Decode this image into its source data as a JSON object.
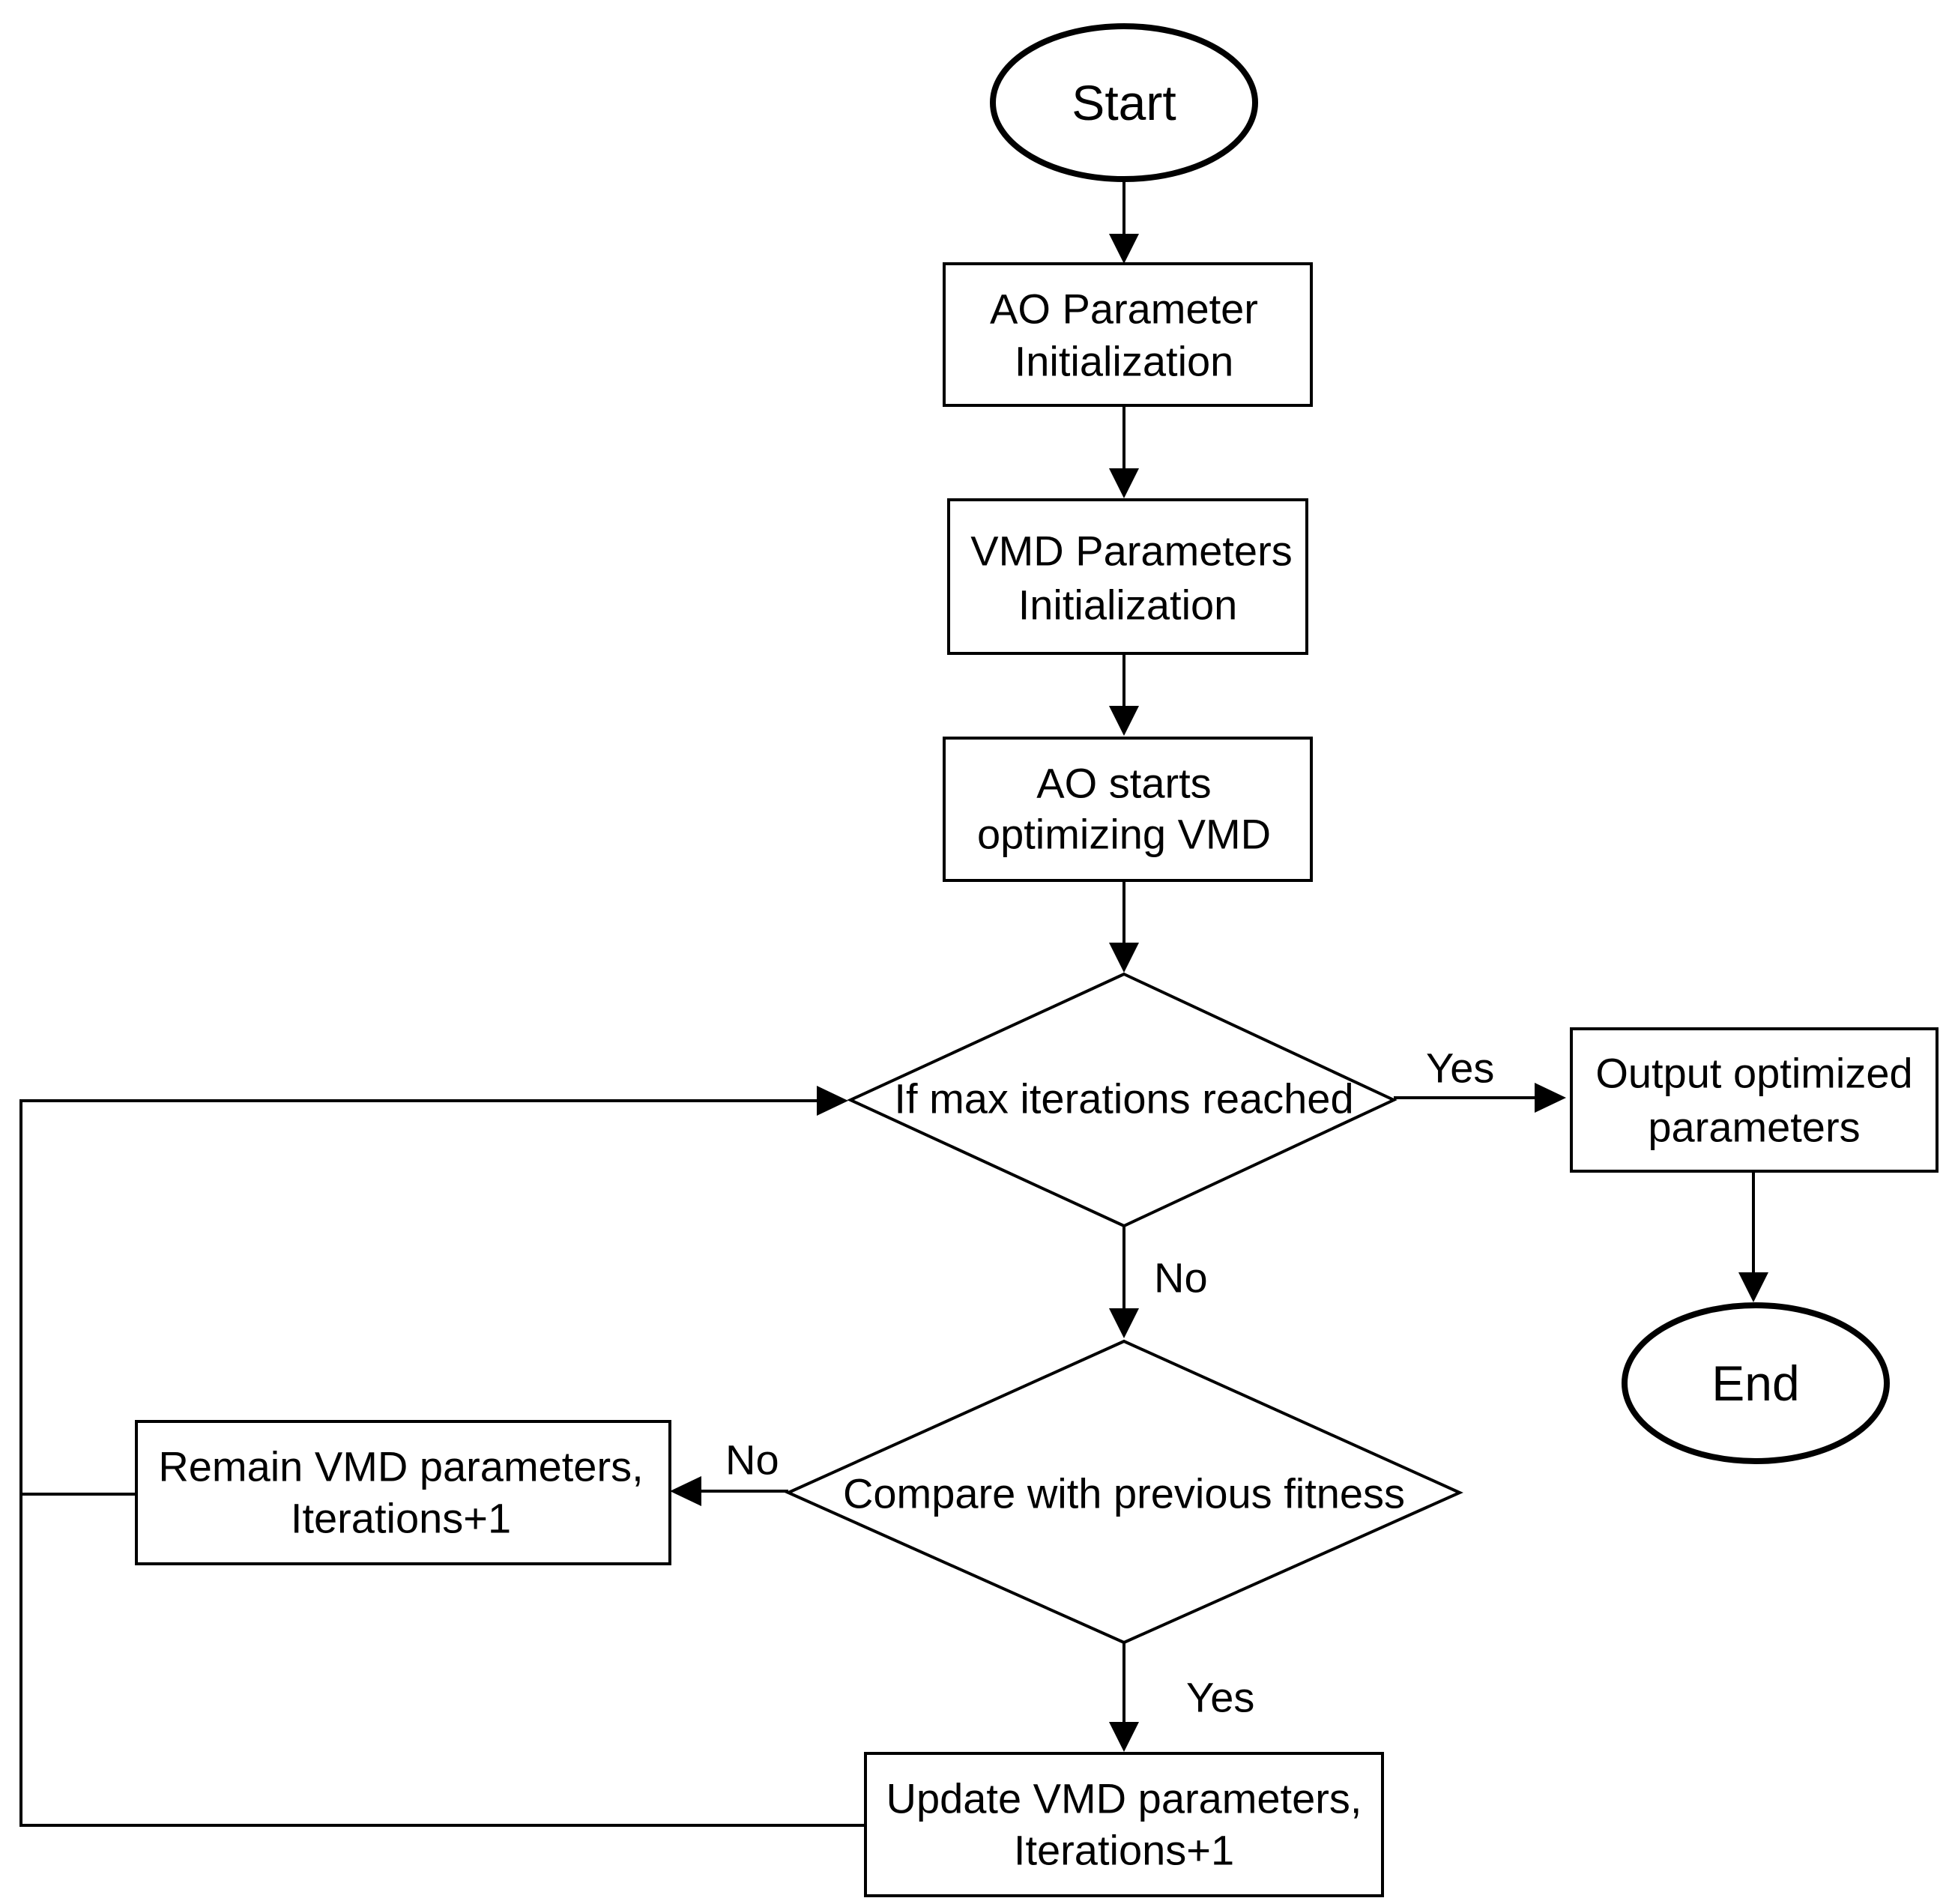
{
  "nodes": {
    "start": "Start",
    "ao_init_line1": "AO Parameter",
    "ao_init_line2": "Initialization",
    "vmd_init_line1": "VMD Parameters",
    "vmd_init_line2": "Initialization",
    "ao_opt_line1": "AO starts",
    "ao_opt_line2": "optimizing VMD",
    "max_iter": "If max iterations reached",
    "output_line1": "Output optimized",
    "output_line2": "parameters",
    "end": "End",
    "compare": "Compare with previous fitness",
    "remain_line1": "Remain VMD parameters,",
    "remain_line2": "Iterations+1",
    "update_line1": "Update VMD parameters,",
    "update_line2": "Iterations+1"
  },
  "edges": {
    "max_yes": "Yes",
    "max_no": "No",
    "compare_no": "No",
    "compare_yes": "Yes"
  },
  "colors": {
    "line": "#000000",
    "max_iter_text": "#4a5a78",
    "background": "#ffffff"
  }
}
